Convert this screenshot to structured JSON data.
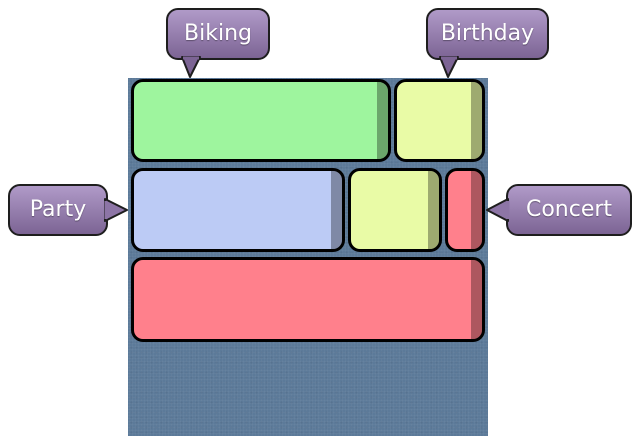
{
  "labels": {
    "biking": "Biking",
    "birthday": "Birthday",
    "party": "Party",
    "concert": "Concert"
  },
  "colors": {
    "background": "#5c7a99",
    "green": "#9ef59e",
    "yellow": "#e9fba6",
    "blue": "#bccbf5",
    "red": "#ff808c",
    "bubble_top": "#b09ac8",
    "bubble_bottom": "#7c6494"
  }
}
